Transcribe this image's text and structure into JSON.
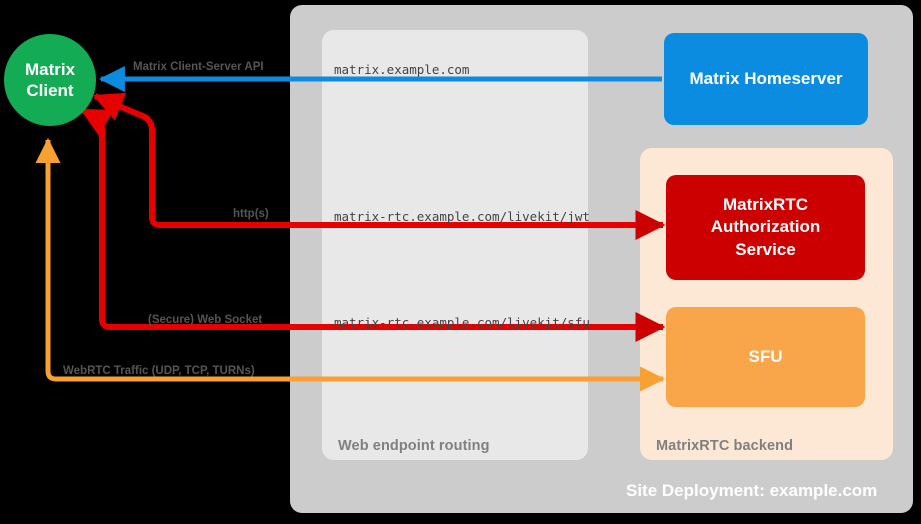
{
  "diagram": {
    "site_caption": "Site Deployment: example.com",
    "panels": {
      "routing": {
        "caption": "Web endpoint routing"
      },
      "backend": {
        "caption": "MatrixRTC backend"
      }
    },
    "nodes": {
      "client": {
        "line1": "Matrix",
        "line2": "Client",
        "color": "#13ac54"
      },
      "homeserver": {
        "label": "Matrix Homeserver",
        "color": "#0b8ce0"
      },
      "auth": {
        "line1": "MatrixRTC",
        "line2": "Authorization",
        "line3": "Service",
        "color": "#cc0000"
      },
      "sfu": {
        "label": "SFU",
        "color": "#f9a54a"
      }
    },
    "edges": [
      {
        "id": "client-server-api",
        "label": "Matrix Client-Server API",
        "url": "matrix.example.com",
        "color": "#0b8ce0"
      },
      {
        "id": "livekit-jwt",
        "label": "http(s)",
        "url": "matrix-rtc.example.com/livekit/jwt",
        "color": "#e60000"
      },
      {
        "id": "livekit-sfu",
        "label": "(Secure) Web Socket",
        "url": "matrix-rtc.example.com/livekit/sfu",
        "color": "#e60000"
      },
      {
        "id": "webrtc-media",
        "label": "WebRTC Traffic (UDP, TCP, TURNs)",
        "url": "",
        "color": "#f9a033"
      }
    ]
  }
}
